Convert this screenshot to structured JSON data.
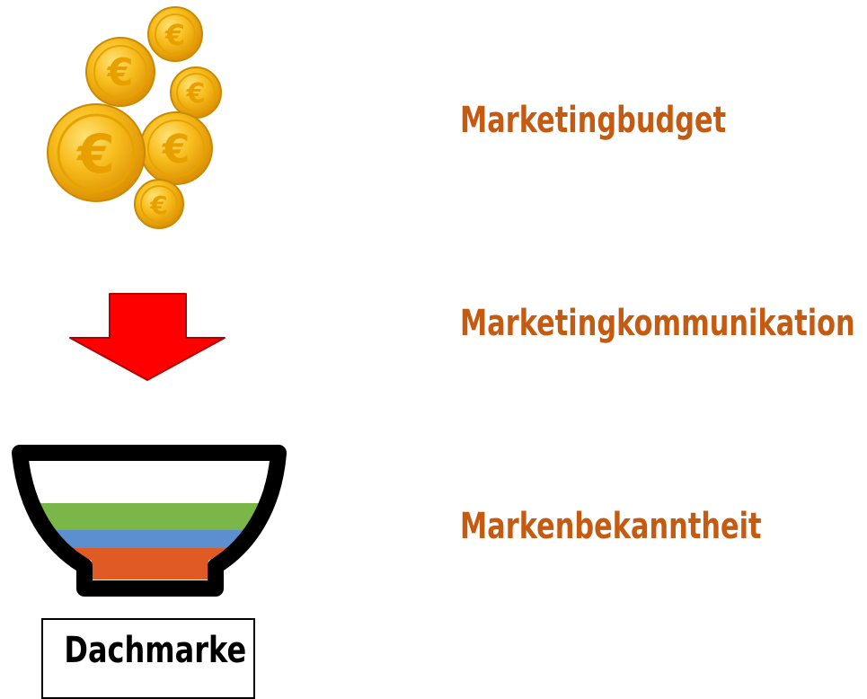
{
  "colors": {
    "label_text": "#c55a11",
    "arrow": "#ff0000",
    "coin_gold": "#f4b400",
    "bowl_outline": "#000000",
    "layer_white": "#ffffff",
    "layer_green": "#7ab648",
    "layer_blue": "#5b8fd0",
    "layer_orange": "#e05a24"
  },
  "icons": {
    "coins": "euro-coins-icon",
    "arrow": "down-arrow-icon",
    "bowl": "layered-bowl-icon"
  },
  "labels": {
    "budget": "Marketingbudget",
    "communication": "Marketingkommunikation",
    "awareness": "Markenbekanntheit"
  },
  "brand_box": {
    "text": "Dachmarke"
  }
}
